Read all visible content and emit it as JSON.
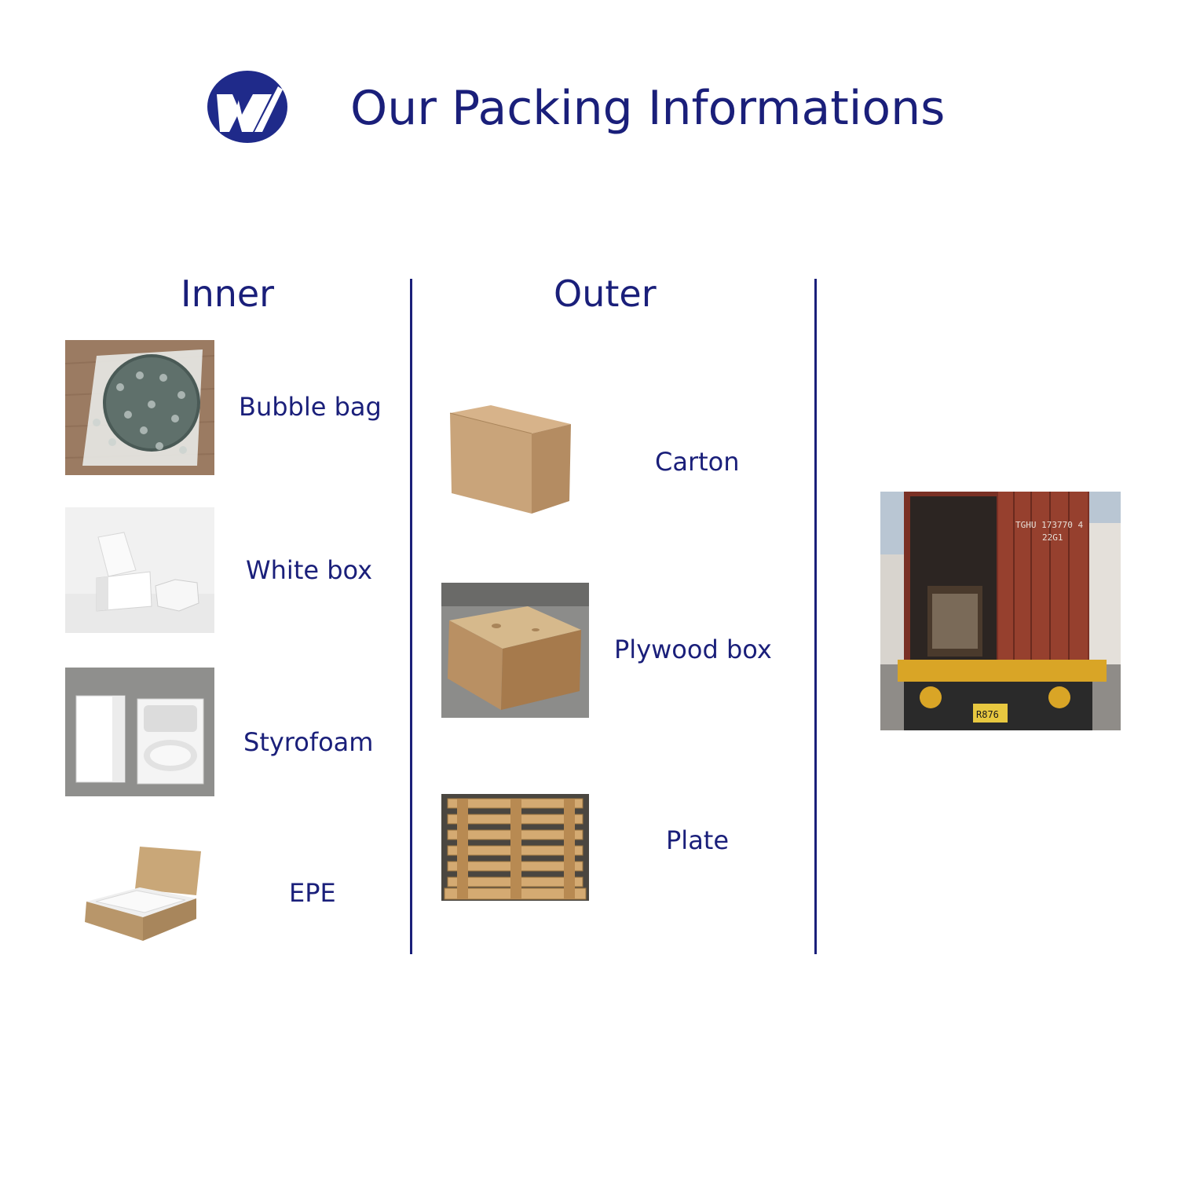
{
  "header": {
    "title": "Our Packing Informations",
    "brand_color": "#1a1f7a"
  },
  "columns": {
    "inner": {
      "heading": "Inner",
      "items": [
        {
          "label": "Bubble bag",
          "icon": "bubble-bag-photo"
        },
        {
          "label": "White box",
          "icon": "white-box-photo"
        },
        {
          "label": "Styrofoam",
          "icon": "styrofoam-photo"
        },
        {
          "label": "EPE",
          "icon": "epe-photo"
        }
      ]
    },
    "outer": {
      "heading": "Outer",
      "items": [
        {
          "label": "Carton",
          "icon": "carton-photo"
        },
        {
          "label": "Plywood box",
          "icon": "plywood-box-photo"
        },
        {
          "label": "Plate",
          "icon": "pallet-photo"
        }
      ]
    },
    "shipping": {
      "icon": "container-truck-photo",
      "container_text": {
        "container_no": "TGHU 173770 4",
        "type_code": "22G1",
        "plate": "R876"
      }
    }
  }
}
